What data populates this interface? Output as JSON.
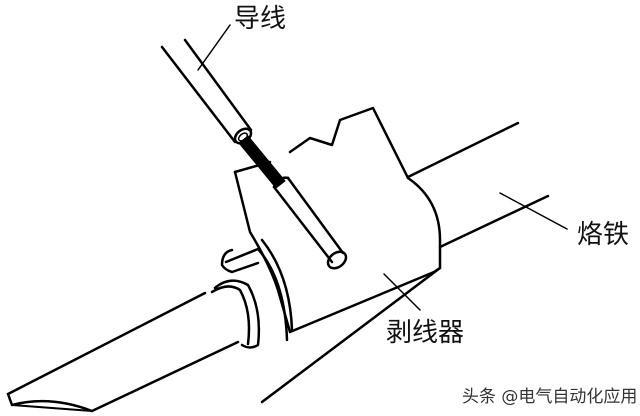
{
  "figure": {
    "description": "Soldering iron with wire stripper attachment stripping a wire",
    "labels": {
      "wire": "导线",
      "soldering_iron": "烙铁",
      "wire_stripper": "剥线器"
    },
    "watermark": "头条 @电气自动化应用"
  },
  "colors": {
    "line": "#000000",
    "background": "#ffffff"
  }
}
